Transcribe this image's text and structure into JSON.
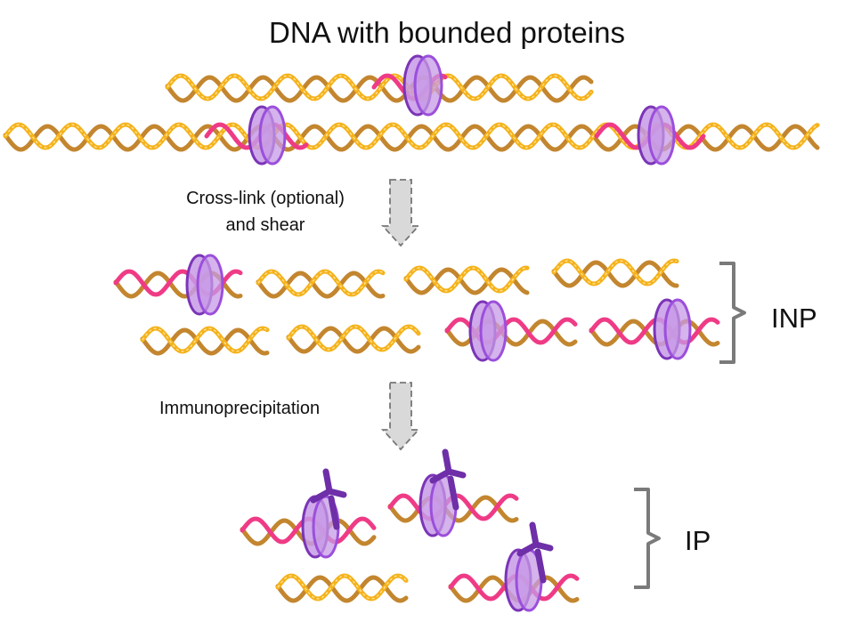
{
  "title": "DNA with bounded proteins",
  "steps": {
    "crosslink_line1": "Cross-link (optional)",
    "crosslink_line2": "and shear",
    "immunoprecipitation": "Immunoprecipitation"
  },
  "groups": {
    "input": "INP",
    "ip": "IP"
  },
  "colors": {
    "dna_yellow": "#f5b21b",
    "dna_brown": "#c3862f",
    "dna_pink": "#ef3b86",
    "protein_fill": "#c79ae6",
    "protein_edge": "#7b35b7",
    "antibody": "#6e2fa8",
    "arrow_fill": "#d9d9d9",
    "arrow_edge": "#777777",
    "bracket": "#7a7a7a"
  }
}
